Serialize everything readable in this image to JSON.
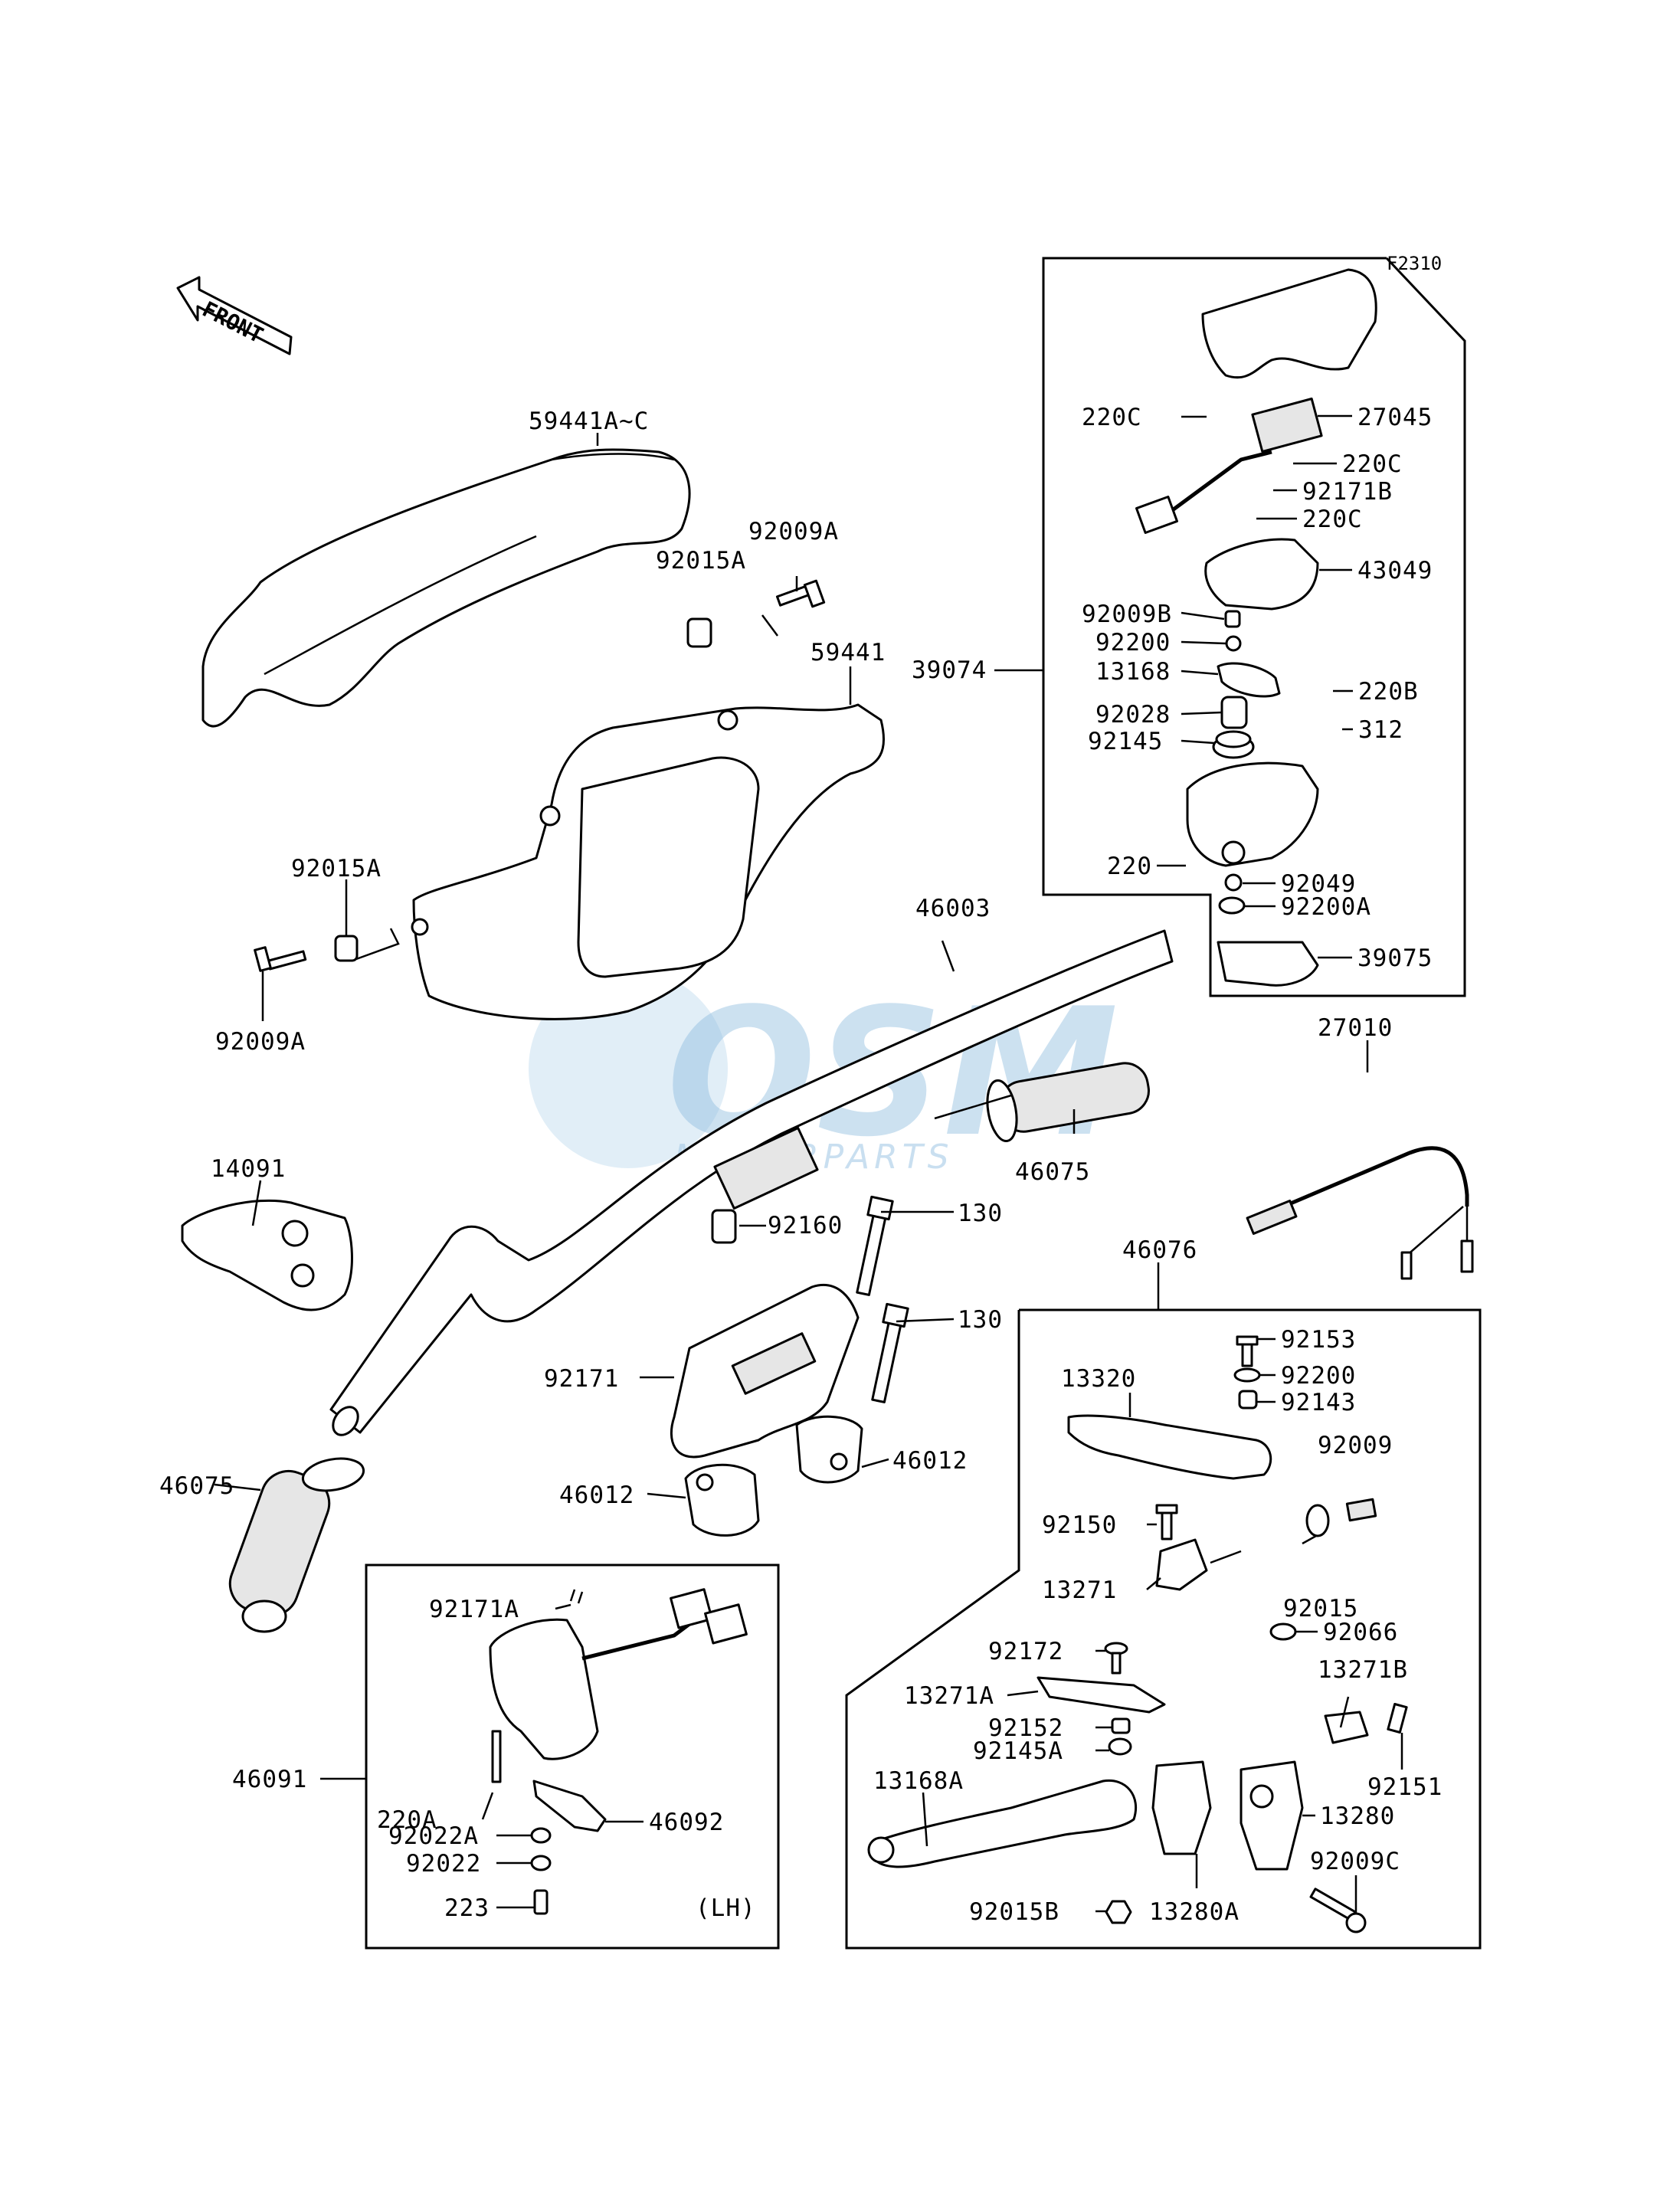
{
  "figure_code": "F2310",
  "direction_arrow": "FRONT",
  "side_note": "(LH)",
  "watermark": {
    "brand": "OSM",
    "tagline": "MOTORPARTS"
  },
  "labels": {
    "p59441ac": "59441A~C",
    "p92009a_top": "92009A",
    "p92015a_top": "92015A",
    "p59441": "59441",
    "p92015a_left": "92015A",
    "p92009a_left": "92009A",
    "p46003": "46003",
    "p14091": "14091",
    "p46075_right": "46075",
    "p46075_left": "46075",
    "p92160": "92160",
    "p130_a": "130",
    "p130_b": "130",
    "p92171": "92171",
    "p46012_l": "46012",
    "p46012_r": "46012",
    "p27010": "27010",
    "p46076": "46076",
    "p39074": "39074",
    "p220c_1": "220C",
    "p27045": "27045",
    "p220c_2": "220C",
    "p92171b": "92171B",
    "p220c_3": "220C",
    "p43049": "43049",
    "p92009b": "92009B",
    "p92200_top": "92200",
    "p13168": "13168",
    "p220b": "220B",
    "p92028": "92028",
    "p312": "312",
    "p92145": "92145",
    "p220": "220",
    "p92049": "92049",
    "p92200a": "92200A",
    "p39075": "39075",
    "p92153": "92153",
    "p13320": "13320",
    "p92200_r": "92200",
    "p92143": "92143",
    "p92009": "92009",
    "p92150": "92150",
    "p13271": "13271",
    "p92015": "92015",
    "p92066": "92066",
    "p92172": "92172",
    "p13271b": "13271B",
    "p13271a": "13271A",
    "p92152": "92152",
    "p92145a": "92145A",
    "p92151": "92151",
    "p13168a": "13168A",
    "p13280": "13280",
    "p92009c": "92009C",
    "p92015b": "92015B",
    "p13280a": "13280A",
    "p92171a": "92171A",
    "p46091": "46091",
    "p220a": "220A",
    "p92022a": "92022A",
    "p46092": "46092",
    "p92022": "92022",
    "p223": "223"
  }
}
